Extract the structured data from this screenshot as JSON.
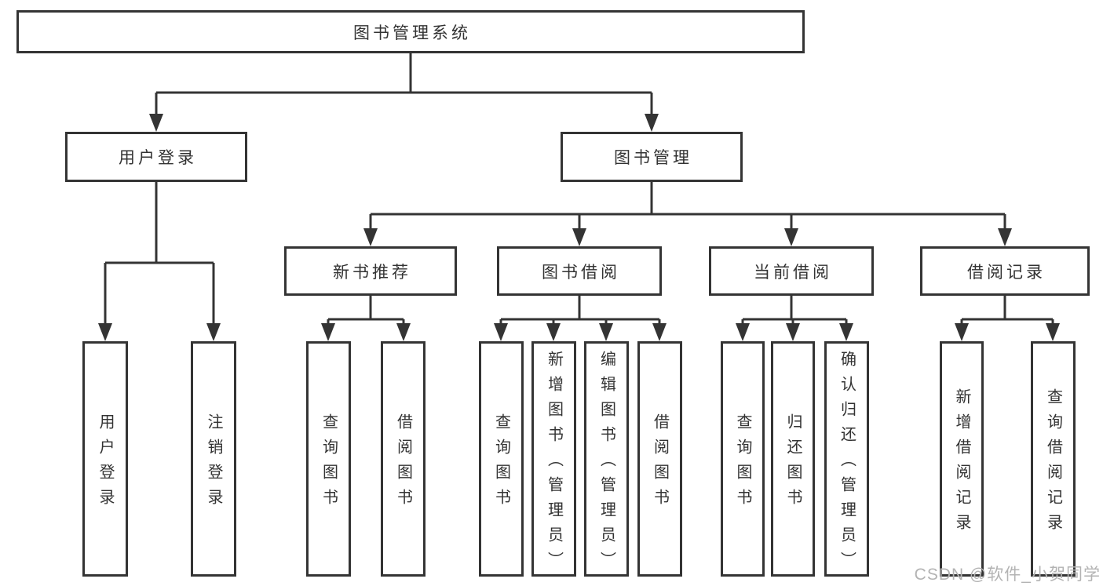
{
  "colors": {
    "line": "#343434",
    "box_border": "#343434",
    "box_fill": "#ffffff",
    "text": "#333333",
    "watermark": "#b3b3b3",
    "page_bg": "#ffffff"
  },
  "diagram": {
    "type": "hierarchy-tree",
    "root": {
      "label": "图书管理系统"
    },
    "level2": [
      {
        "id": "user-login",
        "label": "用户登录"
      },
      {
        "id": "book-management",
        "label": "图书管理"
      }
    ],
    "level3": [
      {
        "id": "new-book-recommend",
        "label": "新书推荐",
        "parent": "图书管理"
      },
      {
        "id": "book-borrow",
        "label": "图书借阅",
        "parent": "图书管理"
      },
      {
        "id": "current-borrow",
        "label": "当前借阅",
        "parent": "图书管理"
      },
      {
        "id": "borrow-records",
        "label": "借阅记录",
        "parent": "图书管理"
      }
    ],
    "leaves": [
      {
        "label": "用户登录",
        "parent": "用户登录"
      },
      {
        "label": "注销登录",
        "parent": "用户登录"
      },
      {
        "label": "查询图书",
        "parent": "新书推荐"
      },
      {
        "label": "借阅图书",
        "parent": "新书推荐"
      },
      {
        "label": "查询图书",
        "parent": "图书借阅"
      },
      {
        "label": "新增图书（管理员）",
        "parent": "图书借阅"
      },
      {
        "label": "编辑图书（管理员）",
        "parent": "图书借阅"
      },
      {
        "label": "借阅图书",
        "parent": "图书借阅"
      },
      {
        "label": "查询图书",
        "parent": "当前借阅"
      },
      {
        "label": "归还图书",
        "parent": "当前借阅"
      },
      {
        "label": "确认归还（管理员）",
        "parent": "当前借阅"
      },
      {
        "label": "新增借阅记录",
        "parent": "借阅记录"
      },
      {
        "label": "查询借阅记录",
        "parent": "借阅记录"
      }
    ]
  },
  "watermark": {
    "text": "CSDN @软件_小贺同学"
  }
}
